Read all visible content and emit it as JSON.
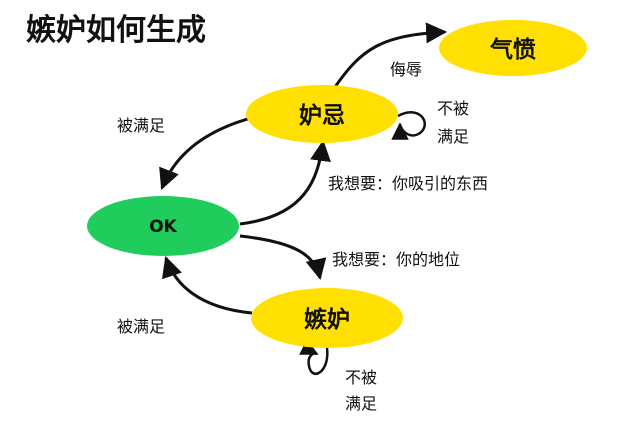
{
  "title": "嫉妒如何生成",
  "colors": {
    "yellow": "#FFE000",
    "green": "#20CC5C",
    "stroke": "#111111"
  },
  "nodes": {
    "qifen": {
      "label": "气愤",
      "color": "yellow"
    },
    "duji": {
      "label": "妒忌",
      "color": "yellow"
    },
    "ok": {
      "label": "OK",
      "color": "green"
    },
    "jidu": {
      "label": "嫉妒",
      "color": "yellow"
    }
  },
  "edges": {
    "insult": "侮辱",
    "satisfied_top": "被满足",
    "not_satisfied_top": [
      "不被",
      "满足"
    ],
    "want_attraction": "我想要：你吸引的东西",
    "want_status": "我想要：你的地位",
    "satisfied_bottom": "被满足",
    "not_satisfied_bottom": [
      "不被",
      "满足"
    ]
  }
}
